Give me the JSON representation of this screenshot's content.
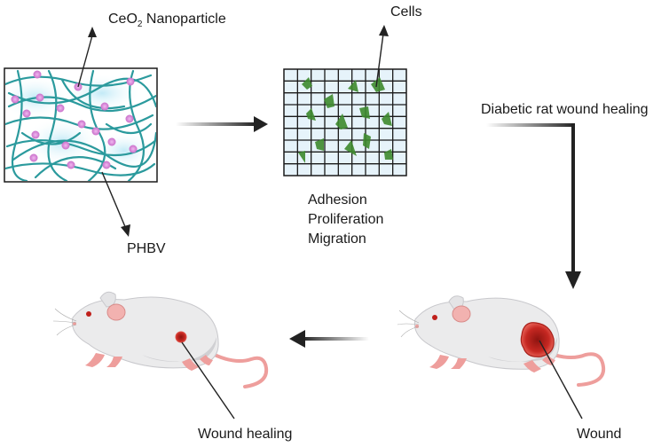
{
  "labels": {
    "nanoparticle_prefix": "CeO",
    "nanoparticle_sub": "2",
    "nanoparticle_suffix": " Nanoparticle",
    "cells": "Cells",
    "phbv": "PHBV",
    "adhesion": "Adhesion",
    "proliferation": "Proliferation",
    "migration": "Migration",
    "diabetic": "Diabetic rat wound healing",
    "wound": "Wound",
    "wound_healing": "Wound healing"
  },
  "colors": {
    "fiber": "#2b9a9d",
    "particle": "#d88ad8",
    "haze": "#cdeff8",
    "grid_line": "#1a1a1a",
    "grid_fill": "#b8dcf2",
    "cell": "#3e8a2e",
    "rat_body": "#ebebec",
    "rat_shade": "#d0d0d3",
    "rat_pink": "#ee9e9c",
    "wound": "#c0201b",
    "arrow": "#222222"
  }
}
